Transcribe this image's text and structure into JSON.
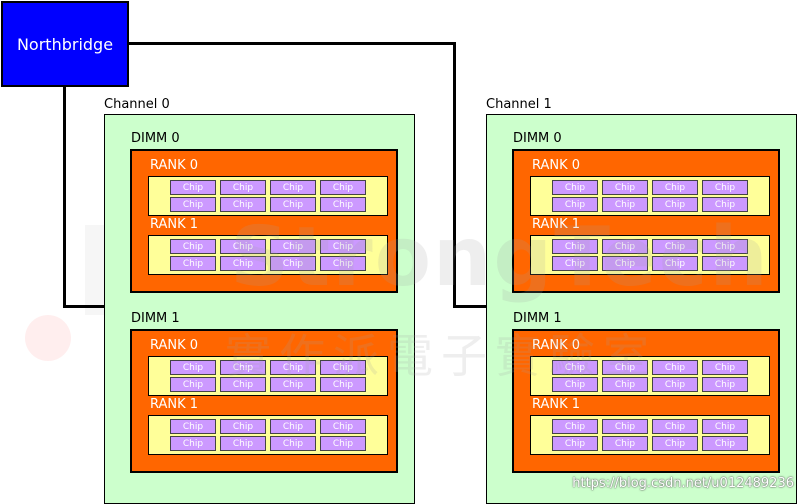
{
  "controller": {
    "label": "Northbridge"
  },
  "channels": [
    {
      "label": "Channel 0",
      "dimms": [
        {
          "label": "DIMM 0",
          "ranks": [
            {
              "label": "RANK 0"
            },
            {
              "label": "RANK 1"
            }
          ]
        },
        {
          "label": "DIMM 1",
          "ranks": [
            {
              "label": "RANK 0"
            },
            {
              "label": "RANK 1"
            }
          ]
        }
      ]
    },
    {
      "label": "Channel 1",
      "dimms": [
        {
          "label": "DIMM 0",
          "ranks": [
            {
              "label": "RANK 0"
            },
            {
              "label": "RANK 1"
            }
          ]
        },
        {
          "label": "DIMM 1",
          "ranks": [
            {
              "label": "RANK 0"
            },
            {
              "label": "RANK 1"
            }
          ]
        }
      ]
    }
  ],
  "chip_label": "Chip",
  "watermark": {
    "text": "StrongTech",
    "cn": "實作派電子實驗室",
    "credit": "https://blog.csdn.net/u012489236"
  },
  "colors": {
    "controller": "#0000ff",
    "channel": "#ccffcc",
    "dimm": "#ff6600",
    "rank": "#ffff99",
    "chip": "#cc99ff"
  }
}
